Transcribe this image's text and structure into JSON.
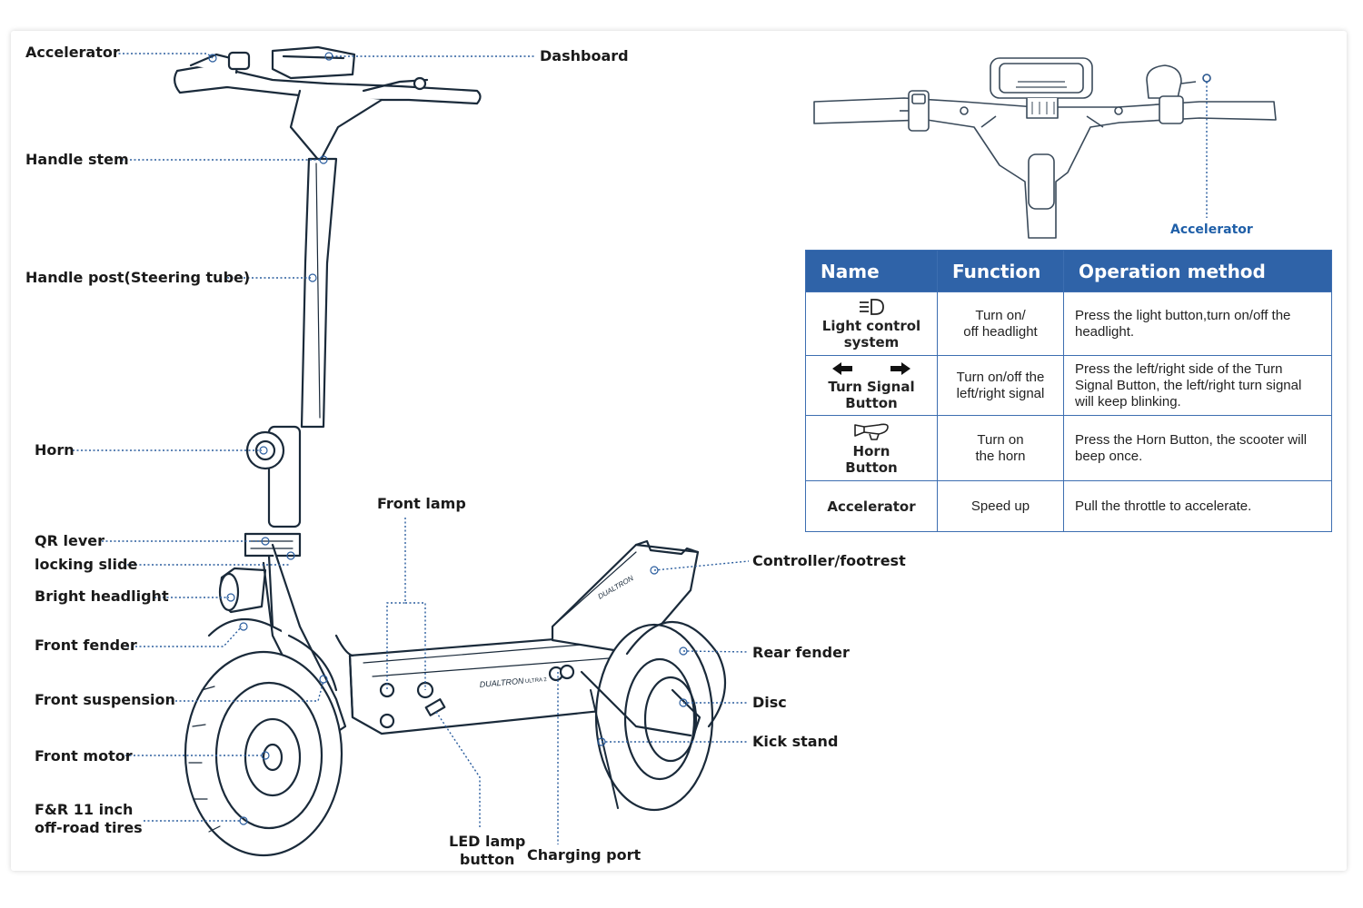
{
  "labels": {
    "accelerator": "Accelerator",
    "dashboard": "Dashboard",
    "handle_stem": "Handle stem",
    "handle_post": "Handle post(Steering tube)",
    "horn": "Horn",
    "qr_lever": "QR lever",
    "locking_slide": "locking slide",
    "bright_headlight": "Bright headlight",
    "front_fender": "Front fender",
    "front_suspension": "Front suspension",
    "front_motor": "Front motor",
    "tires_line1": "F&R 11 inch",
    "tires_line2": "off-road tires",
    "front_lamp": "Front lamp",
    "led_line1": "LED lamp",
    "led_line2": "button",
    "charging_port": "Charging port",
    "controller_footrest": "Controller/footrest",
    "rear_fender": "Rear fender",
    "disc": "Disc",
    "kick_stand": "Kick stand",
    "accelerator_detail": "Accelerator",
    "deck_brand": "DUALTRON",
    "deck_model": "ULTRA 2"
  },
  "table": {
    "headers": [
      "Name",
      "Function",
      "Operation method"
    ],
    "rows": [
      {
        "icon": "headlight-icon",
        "name_line1": "Light control",
        "name_line2": "system",
        "func_line1": "Turn on/",
        "func_line2": "off headlight",
        "op": "Press the light button,turn on/off the headlight."
      },
      {
        "icon": "turn-signal-arrows-icon",
        "name_line1": "Turn Signal",
        "name_line2": "Button",
        "func_line1": "Turn on/off the",
        "func_line2": "left/right signal",
        "op": "Press the left/right side of the Turn Signal Button, the left/right turn signal will keep blinking."
      },
      {
        "icon": "horn-icon",
        "name_line1": "Horn",
        "name_line2": "Button",
        "func_line1": "Turn on",
        "func_line2": "the horn",
        "op": "Press the Horn Button, the scooter will beep once."
      },
      {
        "icon": "",
        "name_line1": "Accelerator",
        "name_line2": "",
        "func_line1": "Speed up",
        "func_line2": "",
        "op": "Pull the throttle to accelerate."
      }
    ]
  },
  "colors": {
    "header_blue": "#2f63a8",
    "leader_blue": "#2a5d9e",
    "outline": "#1a2a3a"
  }
}
